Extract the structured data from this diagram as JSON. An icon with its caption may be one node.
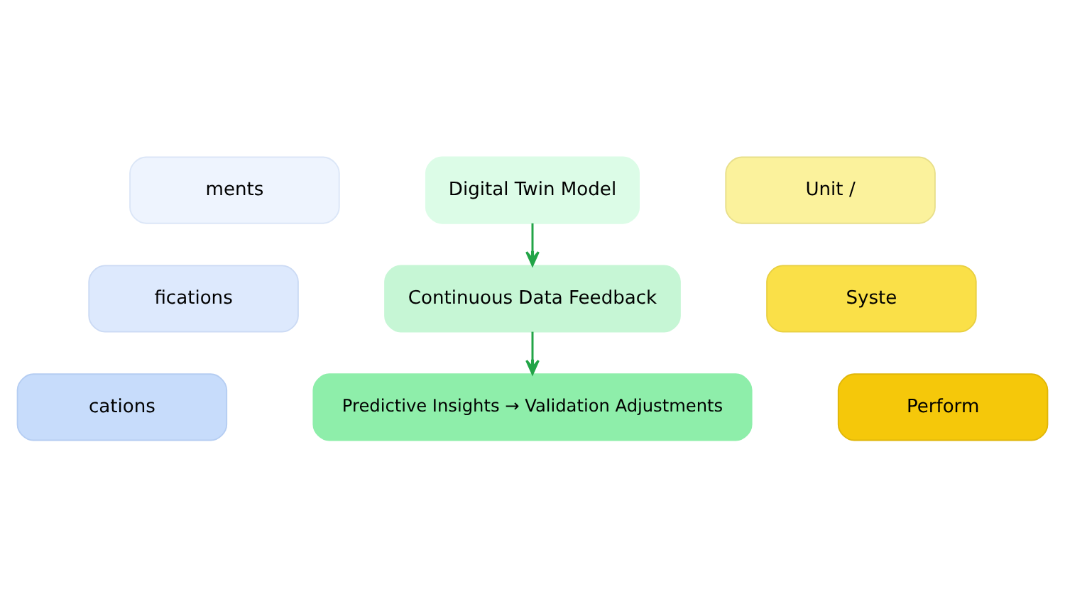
{
  "diagram": {
    "nodes": [
      {
        "text": [
          "ments"
        ]
      },
      {
        "text": [
          "fications"
        ]
      },
      {
        "text": [
          "cations"
        ]
      },
      {
        "text": [
          "Digital Twin Model"
        ]
      },
      {
        "text": [
          "Continuous Data Feedback"
        ]
      },
      {
        "text": [
          "Predictive Insights → Validation Adjustments"
        ]
      },
      {
        "text": [
          "Unit /"
        ]
      },
      {
        "text": [
          "Syste"
        ]
      },
      {
        "text": [
          "Perform"
        ]
      }
    ],
    "edges": [
      {
        "from": 3,
        "to": 4,
        "arrow": "to",
        "color": "#22a447"
      },
      {
        "from": 4,
        "to": 5,
        "arrow": "to",
        "color": "#22a447"
      }
    ]
  }
}
